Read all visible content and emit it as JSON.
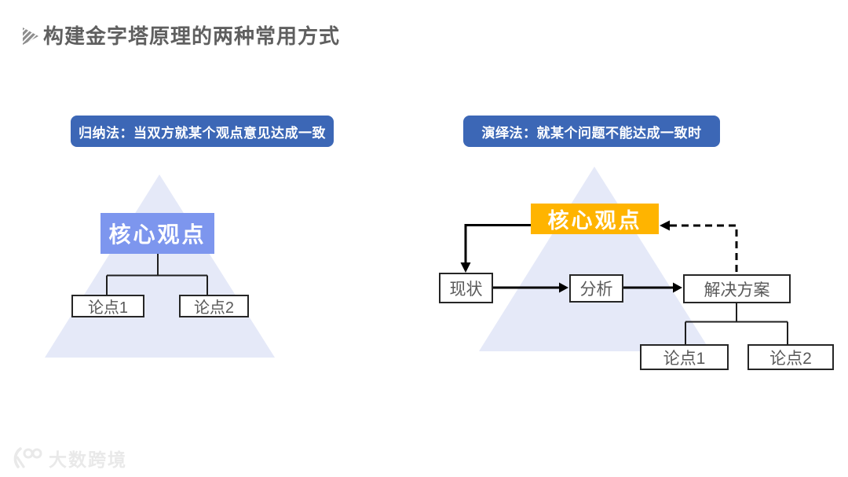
{
  "page": {
    "title": "构建金字塔原理的两种常用方式"
  },
  "induction": {
    "header": "归纳法：当双方就某个观点意见达成一致",
    "core_label": "核心观点",
    "points": [
      "论点1",
      "论点2"
    ]
  },
  "deduction": {
    "header": "演绎法：就某个问题不能达成一致时",
    "core_label": "核心观点",
    "flow_steps": [
      "现状",
      "分析",
      "解决方案"
    ],
    "points": [
      "论点1",
      "论点2"
    ]
  },
  "watermark": {
    "brand": "大数跨境"
  },
  "icons": {
    "title_icon": "striped-play-triangle-icon",
    "watermark_icon": "brand-100-logo-icon"
  },
  "colors": {
    "header_blue": "#3c67b6",
    "core_blue": "#7d96ee",
    "core_orange": "#ffb400",
    "pyramid_fill": "#e5e9f8",
    "line_ink": "#1f1f1f",
    "box_text": "#595959",
    "title_text": "#5f5f5f",
    "watermark_text": "#e9e9e9"
  }
}
